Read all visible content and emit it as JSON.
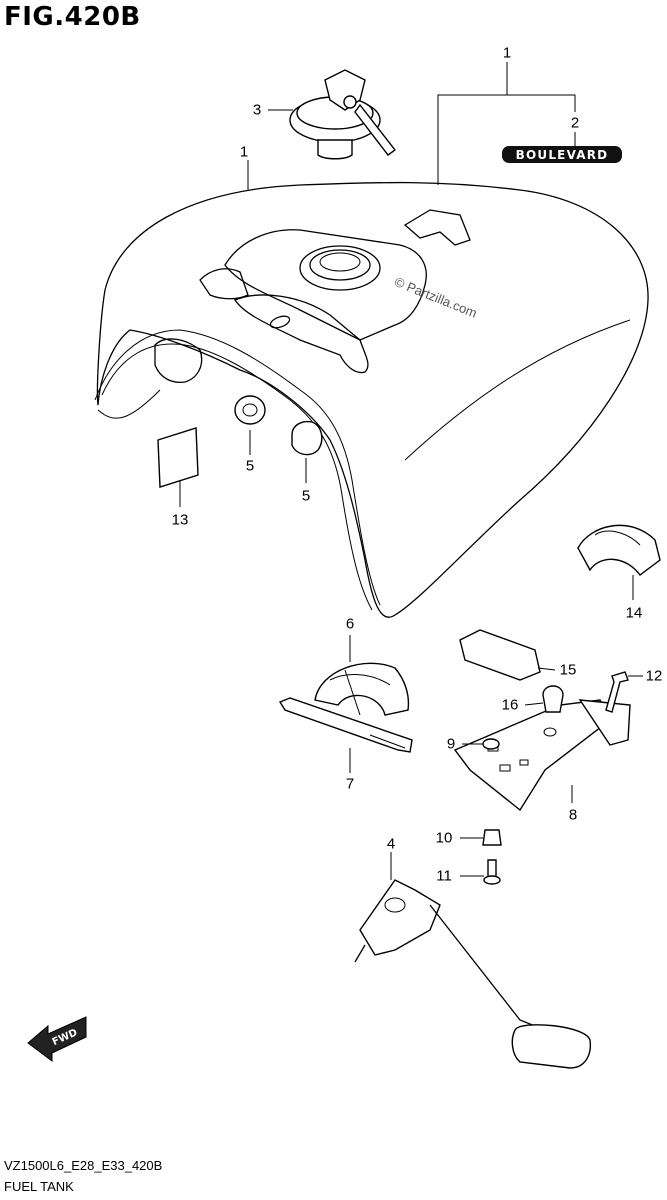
{
  "figure": {
    "title": "FIG.420B",
    "model_code": "VZ1500L6_E28_E33_420B",
    "caption": "FUEL TANK",
    "watermark": "© Partzilla.com",
    "emblem_text": "BOULEVARD",
    "direction_badge": "FWD"
  },
  "callouts": [
    {
      "id": "c1a",
      "label": "1"
    },
    {
      "id": "c1b",
      "label": "1"
    },
    {
      "id": "c2",
      "label": "2"
    },
    {
      "id": "c3",
      "label": "3"
    },
    {
      "id": "c4",
      "label": "4"
    },
    {
      "id": "c5a",
      "label": "5"
    },
    {
      "id": "c5b",
      "label": "5"
    },
    {
      "id": "c6",
      "label": "6"
    },
    {
      "id": "c7",
      "label": "7"
    },
    {
      "id": "c8",
      "label": "8"
    },
    {
      "id": "c9",
      "label": "9"
    },
    {
      "id": "c10",
      "label": "10"
    },
    {
      "id": "c11",
      "label": "11"
    },
    {
      "id": "c12",
      "label": "12"
    },
    {
      "id": "c13",
      "label": "13"
    },
    {
      "id": "c14",
      "label": "14"
    },
    {
      "id": "c15",
      "label": "15"
    },
    {
      "id": "c16",
      "label": "16"
    }
  ]
}
